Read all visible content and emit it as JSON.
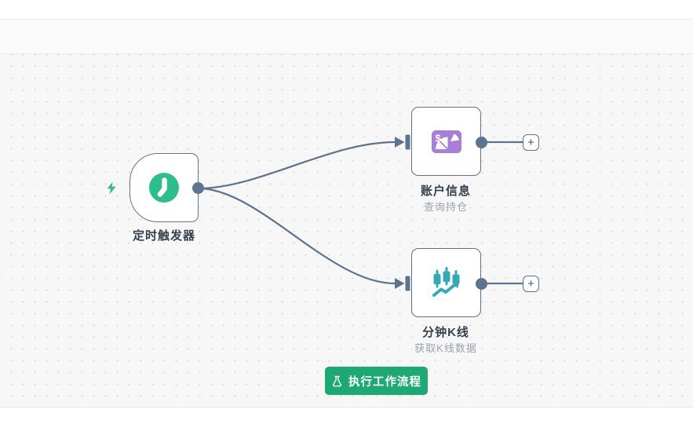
{
  "canvas": {
    "plus_label": "+",
    "trigger_indicator": "lightning-icon",
    "nodes": [
      {
        "id": "timer-trigger",
        "label": "定时触发器",
        "subtitle": "",
        "icon": "clock-icon",
        "accent": "#2dbe8d"
      },
      {
        "id": "account-info",
        "label": "账户信息",
        "subtitle": "查询持仓",
        "icon": "dollar-pie-chart-icon",
        "accent": "#a87fd6"
      },
      {
        "id": "minute-kline",
        "label": "分钟K线",
        "subtitle": "获取K线数据",
        "icon": "candlestick-chart-icon",
        "accent": "#35a9b7"
      }
    ],
    "connections": [
      {
        "from": "timer-trigger",
        "to": "account-info"
      },
      {
        "from": "timer-trigger",
        "to": "minute-kline"
      }
    ]
  },
  "execute_button": {
    "label": "执行工作流程",
    "icon": "flask-icon",
    "color": "#1ea873"
  },
  "colors": {
    "connection": "#5d738e",
    "node_border": "#5d738e",
    "trigger_green": "#2dbe8d",
    "button_green": "#1ea873",
    "icon_purple": "#a87fd6",
    "icon_teal": "#35a9b7",
    "canvas_bg": "#f7f7f8",
    "dot_grid": "#d8d8d8",
    "title_text": "#37414e",
    "subtitle_text": "#9aa3ad"
  }
}
